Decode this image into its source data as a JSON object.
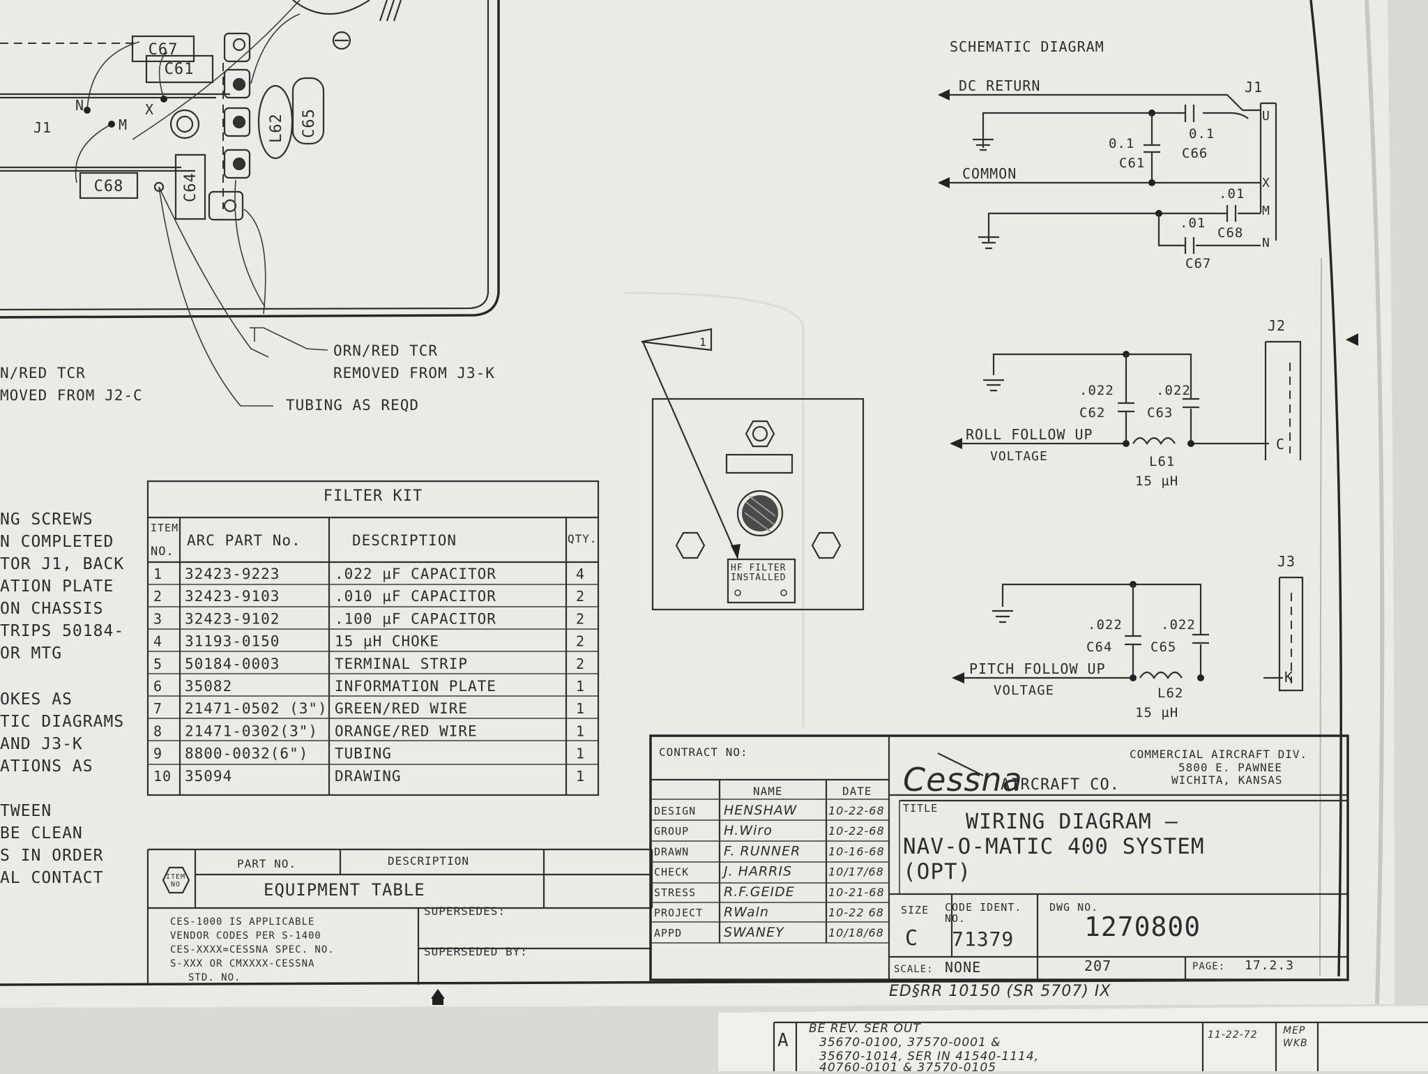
{
  "schematic": {
    "title": "SCHEMATIC DIAGRAM",
    "j1": {
      "connector": "J1",
      "dc_return": "DC RETURN",
      "common": "COMMON",
      "pins": [
        "U",
        "X",
        "M",
        "N"
      ],
      "c61_value": "0.1",
      "c61": "C61",
      "c66_value": "0.1",
      "c66": "C66",
      "c68_value": ".01",
      "c68": "C68",
      "c67_value": ".01",
      "c67": "C67"
    },
    "j2": {
      "connector": "J2",
      "c62_value": ".022",
      "c62": "C62",
      "c63_value": ".022",
      "c63": "C63",
      "signal_line1": "ROLL FOLLOW UP",
      "signal_line2": "VOLTAGE",
      "inductor": "L61",
      "inductance": "15 µH",
      "pin": "C"
    },
    "j3": {
      "connector": "J3",
      "c64_value": ".022",
      "c64": "C64",
      "c65_value": ".022",
      "c65": "C65",
      "signal_line1": "PITCH FOLLOW UP",
      "signal_line2": "VOLTAGE",
      "inductor": "L62",
      "inductance": "15 µH",
      "pin": "K"
    }
  },
  "assembly": {
    "components": [
      "C67",
      "C61",
      "C65",
      "L62",
      "C64",
      "C68"
    ],
    "labels": {
      "n": "N",
      "m": "M",
      "x": "X",
      "j1": "J1"
    },
    "notes": {
      "orn_red_1": "ORN/RED TCR",
      "orn_red_2": "REMOVED FROM J3-K",
      "left_1": "N/RED TCR",
      "left_2": "MOVED FROM J2-C",
      "tubing": "TUBING AS REQD"
    }
  },
  "panel": {
    "flag": "1",
    "plate_line1": "HF FILTER",
    "plate_line2": "INSTALLED"
  },
  "notes_left": [
    "NG SCREWS",
    "N COMPLETED",
    "TOR J1, BACK",
    "ATION PLATE",
    "ON CHASSIS",
    "TRIPS 50184-",
    "OR MTG",
    "",
    "OKES AS",
    "TIC DIAGRAMS",
    "AND J3-K",
    "ATIONS AS",
    "",
    "TWEEN",
    "BE CLEAN",
    "S IN ORDER",
    "AL CONTACT"
  ],
  "filter_kit": {
    "title": "FILTER KIT",
    "headers": {
      "item_1": "ITEM",
      "item_2": "NO.",
      "part": "ARC PART No.",
      "desc": "DESCRIPTION",
      "qty": "QTY."
    },
    "rows": [
      {
        "no": "1",
        "part": "32423-9223",
        "desc": ".022 µF CAPACITOR",
        "qty": "4"
      },
      {
        "no": "2",
        "part": "32423-9103",
        "desc": ".010 µF CAPACITOR",
        "qty": "2"
      },
      {
        "no": "3",
        "part": "32423-9102",
        "desc": ".100 µF CAPACITOR",
        "qty": "2"
      },
      {
        "no": "4",
        "part": "31193-0150",
        "desc": "15 µH CHOKE",
        "qty": "2"
      },
      {
        "no": "5",
        "part": "50184-0003",
        "desc": "TERMINAL STRIP",
        "qty": "2"
      },
      {
        "no": "6",
        "part": "35082",
        "desc": "INFORMATION PLATE",
        "qty": "1"
      },
      {
        "no": "7",
        "part": "21471-0502 (3\")",
        "desc": "GREEN/RED WIRE",
        "qty": "1"
      },
      {
        "no": "8",
        "part": "21471-0302(3\")",
        "desc": "ORANGE/RED WIRE",
        "qty": "1"
      },
      {
        "no": "9",
        "part": "8800-0032(6\")",
        "desc": "TUBING",
        "qty": "1"
      },
      {
        "no": "10",
        "part": "35094",
        "desc": "DRAWING",
        "qty": "1"
      }
    ]
  },
  "equipment_table": {
    "item_1": "ITEM",
    "item_2": "NO",
    "part_no": "PART NO.",
    "description": "DESCRIPTION",
    "title": "EQUIPMENT TABLE",
    "notes": [
      "CES-1000 IS APPLICABLE",
      "VENDOR CODES PER S-1400",
      "CES-XXXX=CESSNA SPEC. NO.",
      "S-XXX OR CMXXXX-CESSNA",
      "STD. NO."
    ],
    "supersedes": "SUPERSEDES:",
    "superseded_by": "SUPERSEDED BY:"
  },
  "title_block": {
    "contract_no": "CONTRACT NO:",
    "name_header": "NAME",
    "date_header": "DATE",
    "signoffs": [
      {
        "role": "DESIGN",
        "name": "HENSHAW",
        "date": "10-22-68"
      },
      {
        "role": "GROUP",
        "name": "H.Wiro",
        "date": "10-22-68"
      },
      {
        "role": "DRAWN",
        "name": "F. RUNNER",
        "date": "10-16-68"
      },
      {
        "role": "CHECK",
        "name": "J. HARRIS",
        "date": "10/17/68"
      },
      {
        "role": "STRESS",
        "name": "R.F.GEIDE",
        "date": "10-21-68"
      },
      {
        "role": "PROJECT",
        "name": "RWaln",
        "date": "10-22 68"
      },
      {
        "role": "APPD",
        "name": "SWANEY",
        "date": "10/18/68"
      }
    ],
    "company_logo": "Cessna",
    "company_suffix": "AIRCRAFT CO.",
    "division": "COMMERCIAL AIRCRAFT DIV.",
    "address1": "5800 E. PAWNEE",
    "address2": "WICHITA, KANSAS",
    "title_label": "TITLE",
    "title_line1": "WIRING DIAGRAM —",
    "title_line2": "NAV-O-MATIC 400 SYSTEM",
    "title_line3": "(OPT)",
    "size_label": "SIZE",
    "size": "C",
    "code_ident_label1": "CODE IDENT.",
    "code_ident_label2": "NO.",
    "code_ident": "71379",
    "dwg_no_label": "DWG NO.",
    "dwg_no": "1270800",
    "scale_label": "SCALE:",
    "scale": "NONE",
    "sheet_ref": "207",
    "page_label": "PAGE:",
    "page": "17.2.3"
  },
  "revision_note": "ED§RR 10150 (SR 5707) IX",
  "bottom_sheet": {
    "rev_letter": "A",
    "lines": [
      "BE REV. SER OUT",
      "35670-0100, 37570-0001 &",
      "35670-1014, SER IN 41540-1114,",
      "40760-0101 & 37570-0105"
    ],
    "initials": [
      "11-22-72",
      "MEP",
      "WKB"
    ]
  }
}
